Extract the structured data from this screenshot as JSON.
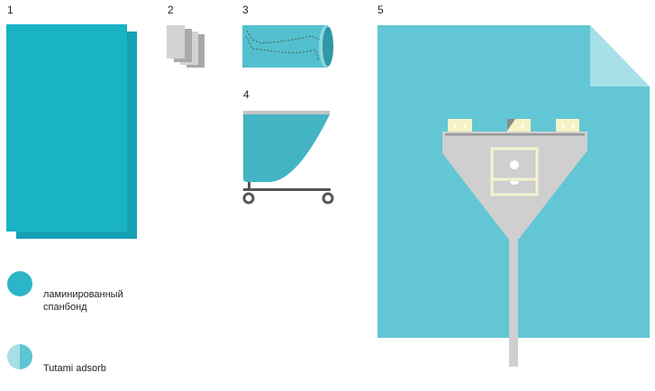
{
  "figures": [
    {
      "number": "1"
    },
    {
      "number": "2"
    },
    {
      "number": "3"
    },
    {
      "number": "4"
    },
    {
      "number": "5"
    }
  ],
  "legend": [
    {
      "icon": "solid-circle",
      "line1": "ламинированный",
      "line2": "спанбонд",
      "color": "#2bb5c7"
    },
    {
      "icon": "half-circle",
      "label": "Tutami adsorb",
      "color": "#5ec5d2"
    }
  ],
  "colors": {
    "teal_dark": "#14a1b5",
    "teal": "#1ab3c4",
    "teal_light": "#63c6d4",
    "gray": "#cfcfcf",
    "cream": "#f5f3d0"
  }
}
